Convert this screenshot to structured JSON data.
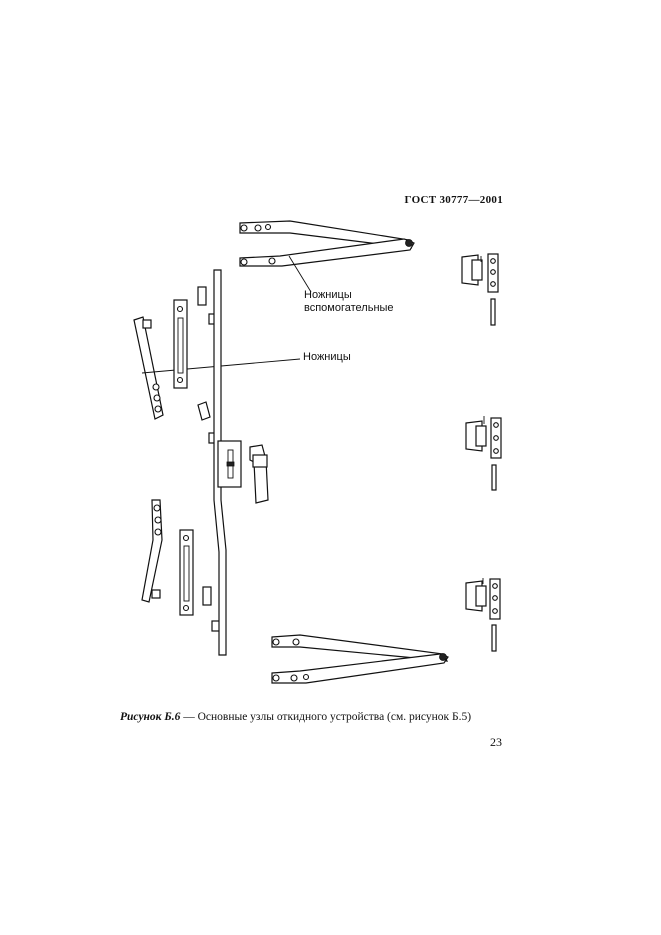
{
  "header": {
    "standard": "ГОСТ 30777—2001"
  },
  "labels": {
    "auxiliary_scissors_line1": "Ножницы",
    "auxiliary_scissors_line2": "вспомогательные",
    "main_scissors": "Ножницы"
  },
  "caption": {
    "figure_label": "Рисунок Б.6",
    "dash": " — ",
    "text": "Основные узлы откидного устройства (см. рисунок Б.5)"
  },
  "footer": {
    "page_number": "23"
  }
}
